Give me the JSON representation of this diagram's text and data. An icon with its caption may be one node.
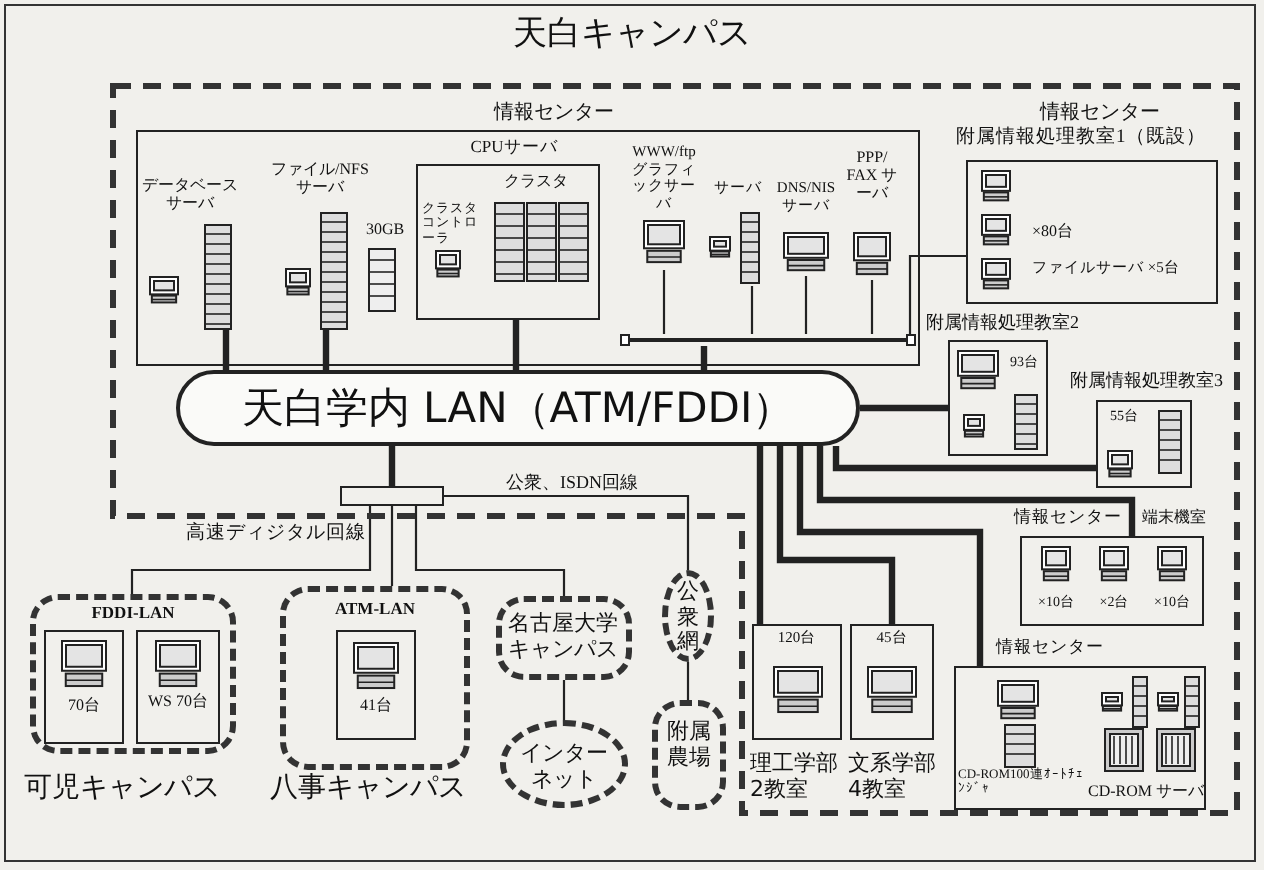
{
  "diagram": {
    "nodes": [
      {
        "text": [
          "天白キャンパス"
        ]
      },
      {
        "text": [
          "情報センター"
        ],
        "in": 0
      },
      {
        "text": [
          "データベースサーバ"
        ],
        "in": 1
      },
      {
        "text": [
          "ファイル/NFS サーバ"
        ],
        "beside": [
          "30GB"
        ],
        "in": 1
      },
      {
        "text": [
          "CPUサーバ",
          "クラスタ",
          "クラスタコントローラ"
        ],
        "in": 1
      },
      {
        "text": [
          "WWW/ftp グラフィックサーバ"
        ],
        "in": 1
      },
      {
        "text": [
          "サーバ"
        ],
        "in": 1
      },
      {
        "text": [
          "DNS/NIS サーバ"
        ],
        "in": 1
      },
      {
        "text": [
          "PPP/ FAX サーバ"
        ],
        "in": 1
      },
      {
        "text": [],
        "shape": "bar",
        "in": 1
      },
      {
        "text": [
          "情報センター",
          "附属情報処理教室1（既設）",
          "×80台",
          "ファイルサーバ ×5台"
        ],
        "in": 0
      },
      {
        "text": [
          "附属情報処理教室2",
          "93台"
        ],
        "in": 0
      },
      {
        "text": [
          "附属情報処理教室3",
          "55台"
        ],
        "in": 0
      },
      {
        "text": [
          "天白学内 LAN（ATM/FDDI）"
        ],
        "in": 0
      },
      {
        "text": [
          "情報センター",
          "端末機室",
          "×10台",
          "×2台",
          "×10台"
        ],
        "in": 0
      },
      {
        "text": [
          "情報センター",
          "CD-ROM100連ｵｰﾄﾁｪﾝｼﾞｬ",
          "CD-ROM サーバ"
        ],
        "in": 0
      },
      {
        "text": [
          "120台"
        ],
        "beside": [
          "理工学部2教室"
        ],
        "in": 0
      },
      {
        "text": [
          "45台"
        ],
        "beside": [
          "文系学部4教室"
        ],
        "in": 0
      },
      {
        "text": [],
        "shape": "box",
        "in": 0
      },
      {
        "text": [
          "FDDI-LAN"
        ],
        "beside": [
          "可児キャンパス"
        ]
      },
      {
        "text": [
          "70台"
        ],
        "in": 19
      },
      {
        "text": [
          "WS 70台"
        ],
        "in": 19
      },
      {
        "text": [
          "ATM-LAN"
        ],
        "beside": [
          "八事キャンパス"
        ]
      },
      {
        "text": [
          "41台"
        ],
        "in": 22
      },
      {
        "text": [
          "名古屋大学キャンパス"
        ]
      },
      {
        "text": [
          "インターネット"
        ]
      },
      {
        "text": [
          "公衆網"
        ]
      },
      {
        "text": [
          "附属農場"
        ]
      }
    ],
    "edges": [
      {
        "from": 2,
        "to": 13,
        "arrow": "none",
        "style": "thick"
      },
      {
        "from": 3,
        "to": 13,
        "arrow": "none",
        "style": "thick"
      },
      {
        "from": 4,
        "to": 13,
        "arrow": "none",
        "style": "thick"
      },
      {
        "from": 5,
        "to": 9,
        "arrow": "none"
      },
      {
        "from": 6,
        "to": 9,
        "arrow": "none"
      },
      {
        "from": 7,
        "to": 9,
        "arrow": "none"
      },
      {
        "from": 8,
        "to": 9,
        "arrow": "none"
      },
      {
        "from": 9,
        "to": 13,
        "arrow": "none",
        "style": "thick"
      },
      {
        "from": 9,
        "to": 10,
        "arrow": "none"
      },
      {
        "from": 13,
        "to": 11,
        "arrow": "none",
        "style": "thick"
      },
      {
        "from": 13,
        "to": 12,
        "arrow": "none",
        "style": "thick"
      },
      {
        "from": 13,
        "to": 14,
        "arrow": "none",
        "style": "thick"
      },
      {
        "from": 13,
        "to": 15,
        "arrow": "none",
        "style": "thick"
      },
      {
        "from": 13,
        "to": 16,
        "arrow": "none",
        "style": "thick"
      },
      {
        "from": 13,
        "to": 17,
        "arrow": "none",
        "style": "thick"
      },
      {
        "from": 13,
        "to": 18,
        "arrow": "none",
        "style": "thick"
      },
      {
        "from": 18,
        "to": 19,
        "arrow": "none",
        "label": "高速ディジタル回線"
      },
      {
        "from": 18,
        "to": 22,
        "arrow": "none"
      },
      {
        "from": 18,
        "to": 24,
        "arrow": "none"
      },
      {
        "from": 18,
        "to": 26,
        "arrow": "none",
        "label": "公衆、ISDN回線"
      },
      {
        "from": 24,
        "to": 25,
        "arrow": "none"
      },
      {
        "from": 26,
        "to": 27,
        "arrow": "none"
      }
    ]
  }
}
